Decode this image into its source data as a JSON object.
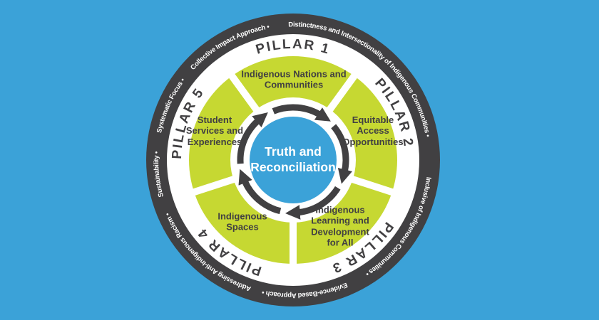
{
  "colors": {
    "background": "#3BA2D8",
    "ring_dark": "#414042",
    "wheel_green": "#C6D832",
    "center_blue": "#3BA2D8",
    "text_light": "#FFFFFF",
    "text_dark": "#414042"
  },
  "outer_ring": {
    "phrases": [
      "Distinctness and Intersectionality of Indigenous Communities •",
      "Inclusive of Indigenous Communities •",
      "Evidence-Based Approach •",
      "Addressing Anti-Indigenous Racism •",
      "Sustainability •",
      "Systematic Focus •",
      "Collective Impact Approach •"
    ]
  },
  "pillars": [
    {
      "label": "PILLAR 1",
      "segment_label": "Indigenous Nations and Communities"
    },
    {
      "label": "PILLAR 2",
      "segment_label": "Equitable Access Opportunities"
    },
    {
      "label": "PILLAR 3",
      "segment_label": "Indigenous Learning and Development for All"
    },
    {
      "label": "PILLAR 4",
      "segment_label": "Indigenous Spaces"
    },
    {
      "label": "PILLAR 5",
      "segment_label": "Student Services and Experiences"
    }
  ],
  "center": {
    "label": "Truth and Reconciliation"
  }
}
